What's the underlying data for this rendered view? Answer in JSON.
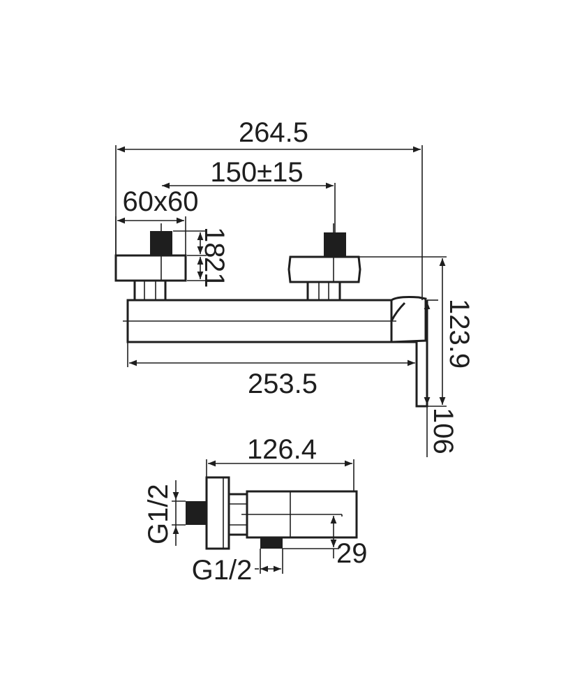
{
  "drawing": {
    "front_view": {
      "overall_width": "264.5",
      "inlet_spacing": "150±15",
      "flange_size": "60x60",
      "flange_thread_height": "18",
      "flange_height": "21",
      "body_length": "253.5",
      "total_height": "123.9",
      "spout_height": "106"
    },
    "side_view": {
      "depth": "126.4",
      "inlet_thread": "G1/2",
      "outlet_thread": "G1/2",
      "outlet_offset": "29"
    },
    "colors": {
      "line": "#1e1e1e",
      "background": "#ffffff"
    }
  }
}
